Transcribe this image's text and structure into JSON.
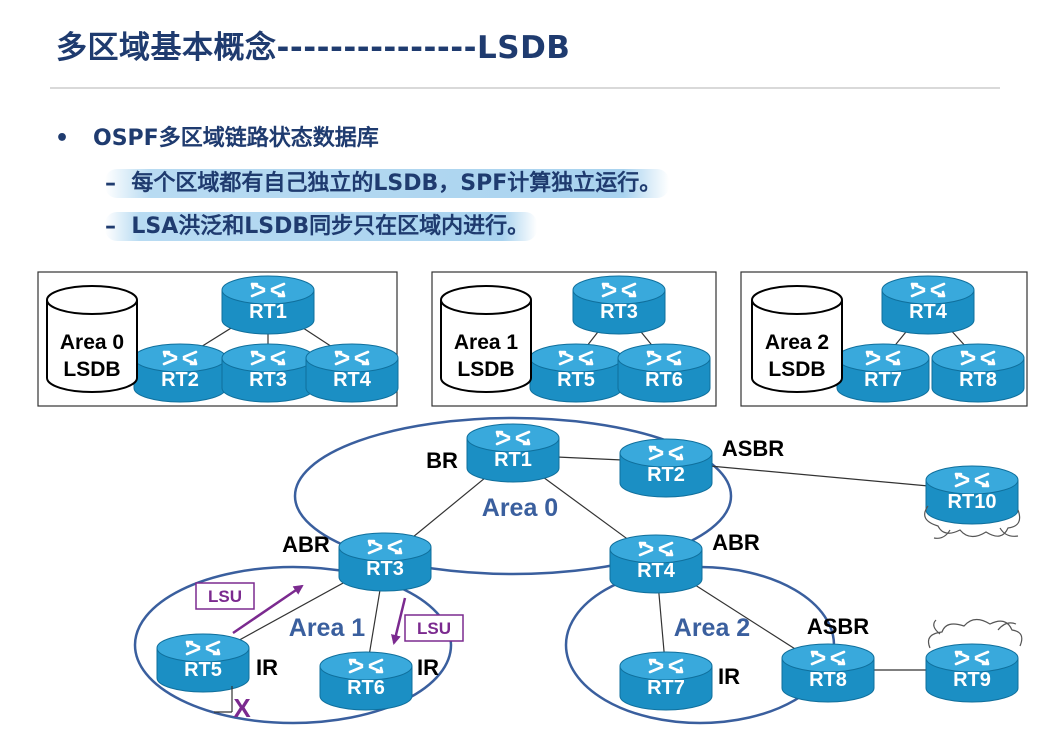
{
  "slide": {
    "title": "多区域基本概念---------------LSDB",
    "bullet": "OSPF多区域链路状态数据库",
    "bullet_marker": "•",
    "sub_marker": "–",
    "sub_points": [
      "每个区域都有自己独立的LSDB，SPF计算独立运行。",
      "LSA洪泛和LSDB同步只在区域内进行。"
    ]
  },
  "lsdb_panels": [
    {
      "db_line1": "Area 0",
      "db_line2": "LSDB",
      "routers": [
        "RT1",
        "RT2",
        "RT3",
        "RT4"
      ]
    },
    {
      "db_line1": "Area 1",
      "db_line2": "LSDB",
      "routers": [
        "RT3",
        "RT5",
        "RT6"
      ]
    },
    {
      "db_line1": "Area 2",
      "db_line2": "LSDB",
      "routers": [
        "RT4",
        "RT7",
        "RT8"
      ]
    }
  ],
  "topology": {
    "areas": [
      "Area 0",
      "Area 1",
      "Area 2"
    ],
    "routers": [
      "RT1",
      "RT2",
      "RT3",
      "RT4",
      "RT5",
      "RT6",
      "RT7",
      "RT8",
      "RT9",
      "RT10"
    ],
    "roles": {
      "br": "BR",
      "asbr_rt2": "ASBR",
      "abr_rt3": "ABR",
      "abr_rt4": "ABR",
      "asbr_rt8": "ASBR",
      "ir_rt5": "IR",
      "ir_rt6": "IR",
      "ir_rt7": "IR"
    },
    "lsu_label": "LSU",
    "x_mark": "X"
  },
  "colors": {
    "title": "#1f3b6f",
    "router": "#1b8fc4",
    "area_outline": "#3a5f9e",
    "area_label": "#3a5f9e",
    "lsu": "#7b2a8f",
    "highlight": "#a9d3ef"
  }
}
